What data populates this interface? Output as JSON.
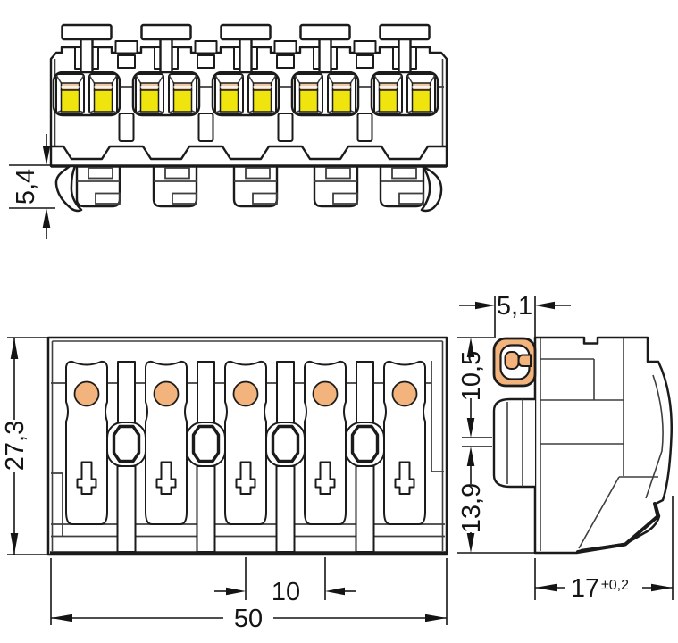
{
  "figure": {
    "kind": "terminal-block-dimension-drawing",
    "pole_count": 5
  },
  "dimensions": {
    "front_view": {
      "rail_clip_height": "5,4"
    },
    "top_view": {
      "overall_height": "27,3",
      "pole_pitch": "10",
      "overall_width": "50"
    },
    "side_view": {
      "pushbutton_width": "5,1",
      "upper_section": "10,5",
      "lower_section": "13,9",
      "depth": "17",
      "depth_tolerance": "±0,2"
    }
  },
  "colors": {
    "line": "#1b1b1b",
    "detail_line": "#3f3f3f",
    "pushbutton_orange": "#f2b37c",
    "contact_yellow": "#efe40e",
    "clamp_tan": "#eec8a3",
    "background": "#ffffff"
  }
}
